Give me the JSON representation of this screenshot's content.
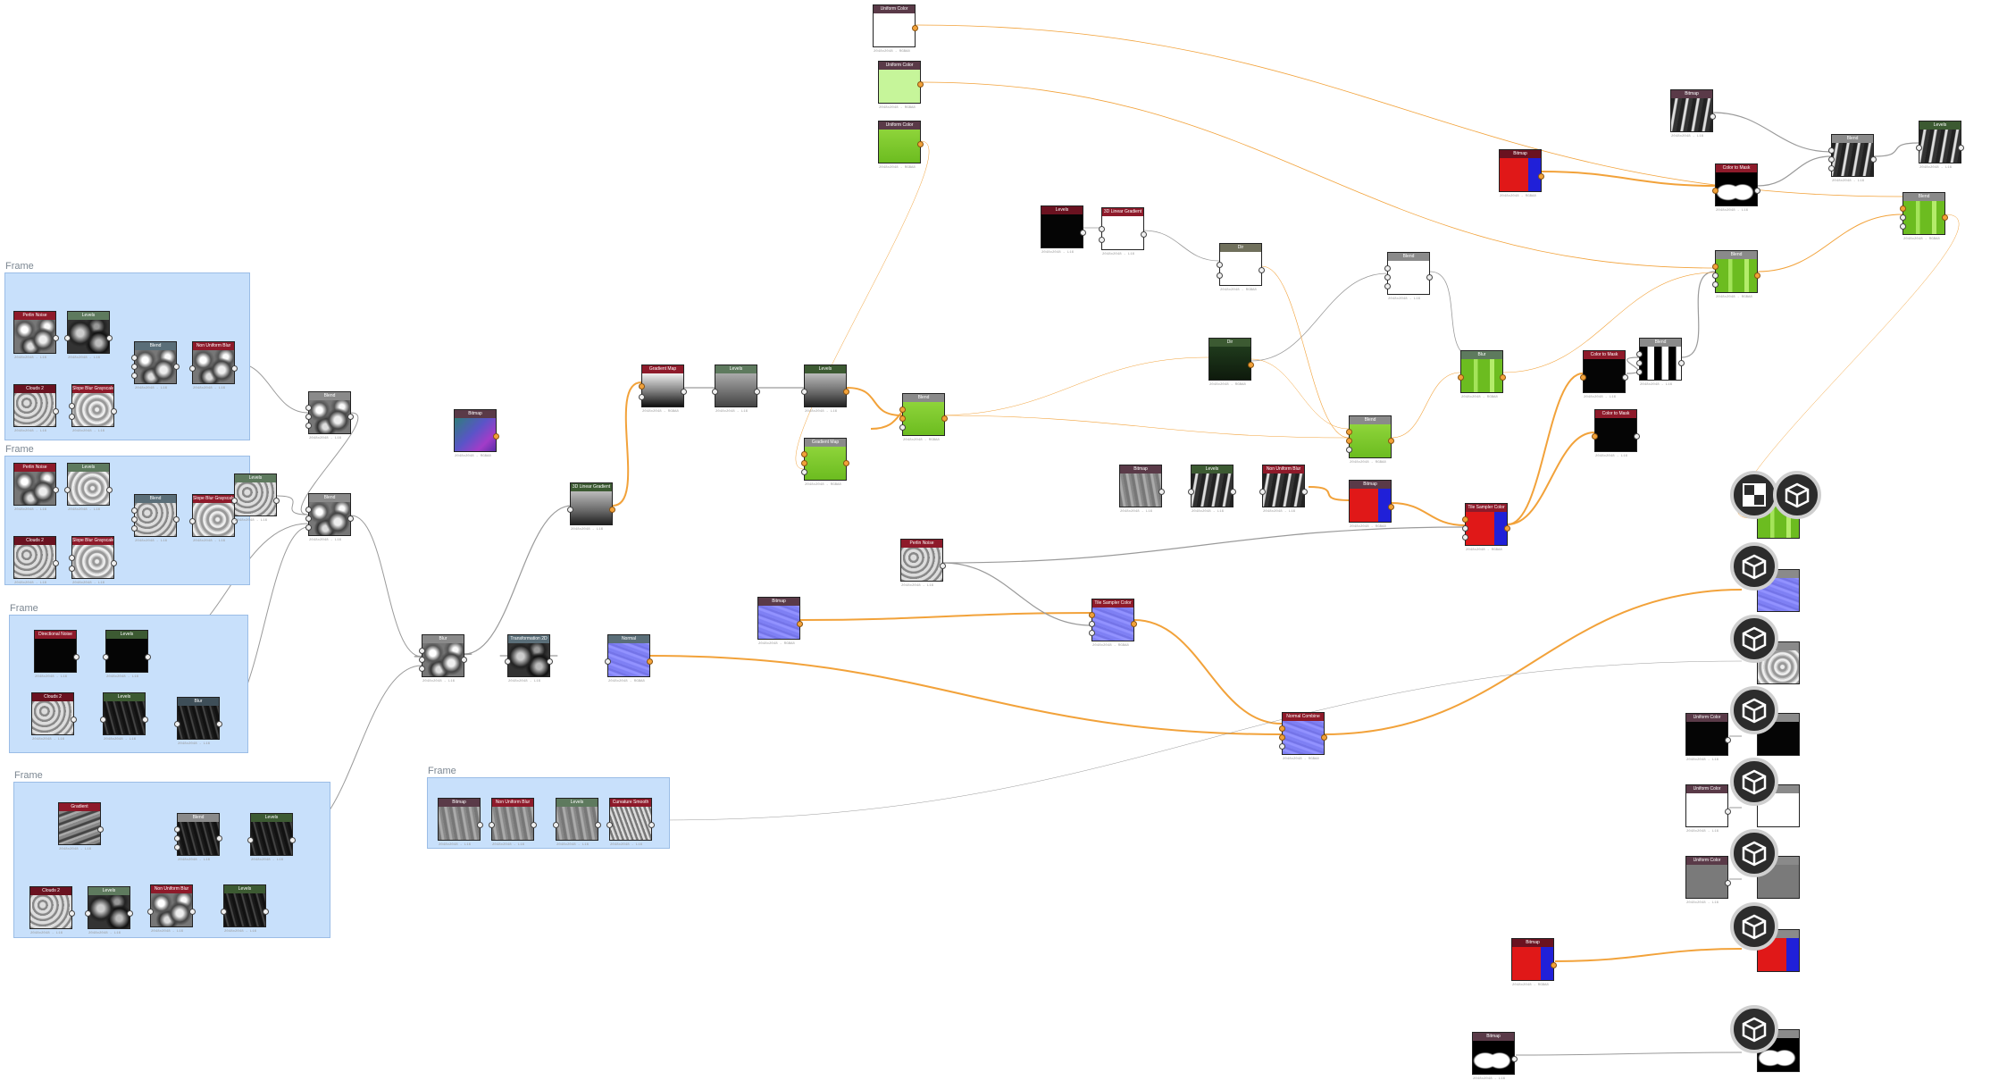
{
  "frames": [
    {
      "title": "Frame"
    },
    {
      "title": "Frame"
    },
    {
      "title": "Frame"
    },
    {
      "title": "Frame"
    },
    {
      "title": "Frame"
    }
  ],
  "nodes": [
    {
      "label": "Perlin Noise",
      "caption": "2048x2048 - L16"
    },
    {
      "label": "Levels",
      "caption": "2048x2048 - L16"
    },
    {
      "label": "Blend",
      "caption": "2048x2048 - L16"
    },
    {
      "label": "Non Uniform Blur",
      "caption": "2048x2048 - L16"
    },
    {
      "label": "Clouds 2",
      "caption": "2048x2048 - L16"
    },
    {
      "label": "Slope Blur Grayscale",
      "caption": "2048x2048 - L16"
    },
    {
      "label": "Blend",
      "caption": "2048x2048 - L16"
    },
    {
      "label": "Perlin Noise",
      "caption": "2048x2048 - L16"
    },
    {
      "label": "Levels",
      "caption": "2048x2048 - L16"
    },
    {
      "label": "Blend",
      "caption": "2048x2048 - L16"
    },
    {
      "label": "Slope Blur Grayscale",
      "caption": "2048x2048 - L16"
    },
    {
      "label": "Clouds 2",
      "caption": "2048x2048 - L16"
    },
    {
      "label": "Slope Blur Grayscale",
      "caption": "2048x2048 - L16"
    },
    {
      "label": "Levels",
      "caption": "2048x2048 - L16"
    },
    {
      "label": "Blend",
      "caption": "2048x2048 - L16"
    },
    {
      "label": "Directional Noise",
      "caption": "2048x2048 - L16"
    },
    {
      "label": "Levels",
      "caption": "2048x2048 - L16"
    },
    {
      "label": "Clouds 2",
      "caption": "2048x2048 - L16"
    },
    {
      "label": "Levels",
      "caption": "2048x2048 - L16"
    },
    {
      "label": "Blur",
      "caption": "2048x2048 - L16"
    },
    {
      "label": "Gradient",
      "caption": "2048x2048 - L16"
    },
    {
      "label": "Blend",
      "caption": "2048x2048 - L16"
    },
    {
      "label": "Levels",
      "caption": "2048x2048 - L16"
    },
    {
      "label": "Clouds 2",
      "caption": "2048x2048 - L16"
    },
    {
      "label": "Levels",
      "caption": "2048x2048 - L16"
    },
    {
      "label": "Non Uniform Blur",
      "caption": "2048x2048 - L16"
    },
    {
      "label": "Levels",
      "caption": "2048x2048 - L16"
    },
    {
      "label": "Blend",
      "caption": "2048x2048 - L16"
    },
    {
      "label": "Blend",
      "caption": "2048x2048 - L16"
    },
    {
      "label": "Blur",
      "caption": "2048x2048 - L16"
    },
    {
      "label": "Transformation 2D",
      "caption": "2048x2048 - L16"
    },
    {
      "label": "Normal",
      "caption": "2048x2048 - RGBA8"
    },
    {
      "label": "Bitmap",
      "caption": "2048x2048 - L16"
    },
    {
      "label": "Non Uniform Blur",
      "caption": "2048x2048 - L16"
    },
    {
      "label": "Levels",
      "caption": "2048x2048 - L16"
    },
    {
      "label": "Curvature Smooth",
      "caption": "2048x2048 - L16"
    },
    {
      "label": "Bitmap",
      "caption": "2048x2048 - RGBA8"
    },
    {
      "label": "Gradient Map",
      "caption": "2048x2048 - RGBA8"
    },
    {
      "label": "Uniform Color",
      "caption": "2048x2048 - RGBA8"
    },
    {
      "label": "Uniform Color",
      "caption": "2048x2048 - RGBA8"
    },
    {
      "label": "Uniform Color",
      "caption": "2048x2048 - RGBA8"
    },
    {
      "label": "Levels",
      "caption": "2048x2048 - L16"
    },
    {
      "label": "3D Linear Gradient",
      "caption": "2048x2048 - L16"
    },
    {
      "label": "Levels",
      "caption": "2048x2048 - L16"
    },
    {
      "label": "Gradient Map",
      "caption": "2048x2048 - RGBA8"
    },
    {
      "label": "Blend",
      "caption": "2048x2048 - RGBA8"
    },
    {
      "label": "Blend",
      "caption": "2048x2048 - RGBA8"
    },
    {
      "label": "Levels",
      "caption": "2048x2048 - L16"
    },
    {
      "label": "Bitmap",
      "caption": "2048x2048 - RGBA8"
    },
    {
      "label": "Tile Sampler Color",
      "caption": "2048x2048 - RGBA8"
    },
    {
      "label": "Normal Combine",
      "caption": "2048x2048 - RGBA8"
    },
    {
      "label": "Perlin Noise",
      "caption": "2048x2048 - L16"
    },
    {
      "label": "Uniform Color",
      "caption": "2048x2048 - RGBA8"
    },
    {
      "label": "Dir",
      "caption": "2048x2048 - RGBA8"
    },
    {
      "label": "Blend",
      "caption": "2048x2048 - L16"
    },
    {
      "label": "Blur",
      "caption": "2048x2048 - RGBA8"
    },
    {
      "label": "Blend",
      "caption": "2048x2048 - RGBA8"
    },
    {
      "label": "Blend",
      "caption": "2048x2048 - RGBA8"
    },
    {
      "label": "Bitmap",
      "caption": "2048x2048 - L16"
    },
    {
      "label": "Levels",
      "caption": "2048x2048 - L16"
    },
    {
      "label": "Non Uniform Blur",
      "caption": "2048x2048 - L16"
    },
    {
      "label": "Bitmap",
      "caption": "2048x2048 - RGBA8"
    },
    {
      "label": "Tile Sampler Color",
      "caption": "2048x2048 - RGBA8"
    },
    {
      "label": "Color to Mask",
      "caption": "2048x2048 - L16"
    },
    {
      "label": "Color to Mask",
      "caption": "2048x2048 - L16"
    },
    {
      "label": "Blend",
      "caption": "2048x2048 - L16"
    },
    {
      "label": "Bitmap",
      "caption": "2048x2048 - L16"
    },
    {
      "label": "Bitmap",
      "caption": "2048x2048 - RGBA8"
    },
    {
      "label": "Color to Mask",
      "caption": "2048x2048 - L16"
    },
    {
      "label": "Blend",
      "caption": "2048x2048 - L16"
    },
    {
      "label": "Levels",
      "caption": "2048x2048 - L16"
    },
    {
      "label": "Blend",
      "caption": "2048x2048 - RGBA8"
    },
    {
      "label": "Uniform Color",
      "caption": "2048x2048 - L16"
    },
    {
      "label": "Uniform Color",
      "caption": "2048x2048 - L16"
    },
    {
      "label": "Uniform Color",
      "caption": "2048x2048 - L16"
    },
    {
      "label": "Bitmap",
      "caption": "2048x2048 - RGBA8"
    },
    {
      "label": "Bitmap",
      "caption": "2048x2048 - L16"
    }
  ],
  "outputs": [
    {
      "icon": "texture-output-icon"
    },
    {
      "icon": "cube-output-icon"
    },
    {
      "icon": "cube-output-icon"
    },
    {
      "icon": "cube-output-icon"
    },
    {
      "icon": "cube-output-icon"
    },
    {
      "icon": "cube-output-icon"
    },
    {
      "icon": "cube-output-icon"
    },
    {
      "icon": "cube-output-icon"
    },
    {
      "icon": "cube-output-icon"
    }
  ],
  "colors": {
    "frame_fill": "#c8e0fb",
    "wire_color_rgb": "#f2a23a",
    "wire_gray": "#9a9a9a",
    "canvas": "#ffffff"
  }
}
